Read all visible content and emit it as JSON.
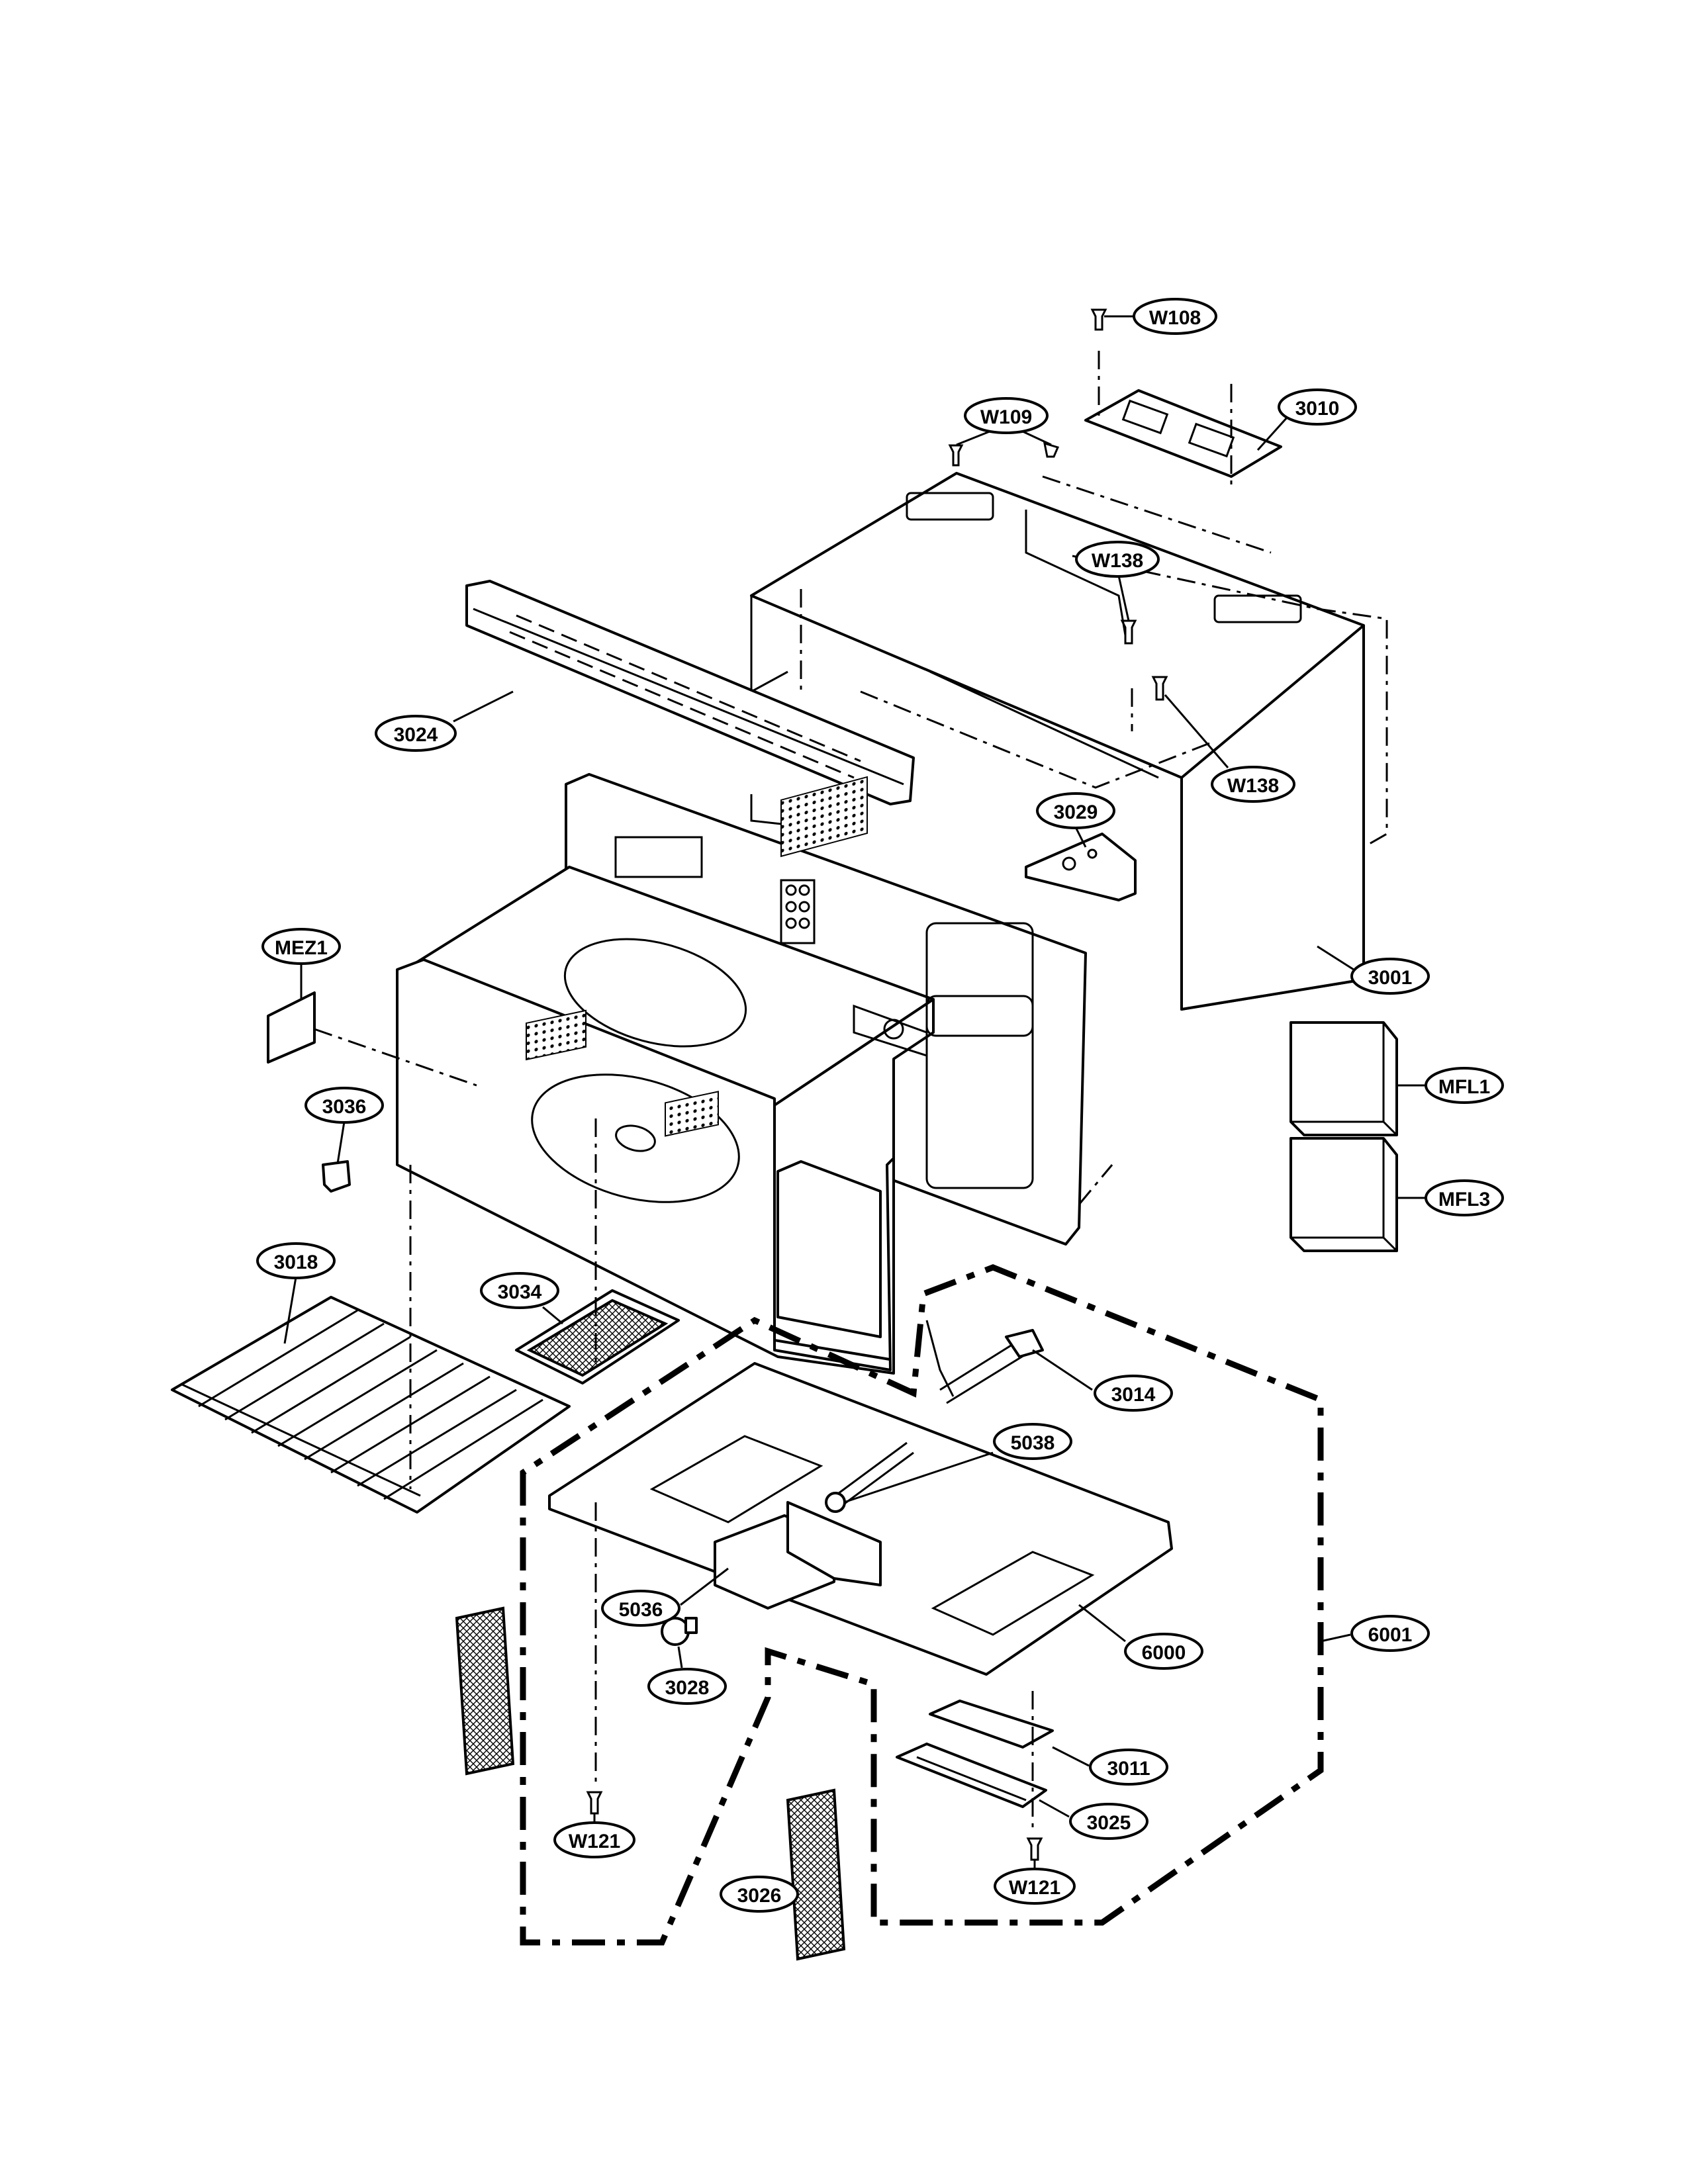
{
  "callouts": {
    "w108": "W108",
    "w109": "W109",
    "p3010": "3010",
    "w138a": "W138",
    "w138b": "W138",
    "p3024": "3024",
    "p3029": "3029",
    "p3001": "3001",
    "mez1": "MEZ1",
    "mfl1": "MFL1",
    "mfl3": "MFL3",
    "p3036": "3036",
    "p3018": "3018",
    "p3034": "3034",
    "p3014": "3014",
    "p5038": "5038",
    "p5036": "5036",
    "p6000": "6000",
    "p6001": "6001",
    "p3028": "3028",
    "p3011": "3011",
    "p3025": "3025",
    "w121a": "W121",
    "w121b": "W121",
    "p3026": "3026"
  }
}
